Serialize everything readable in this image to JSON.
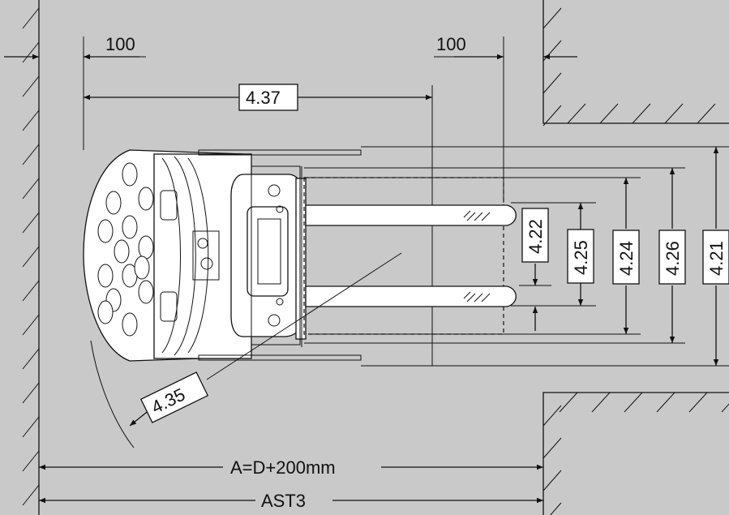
{
  "dimensions": {
    "clearance_left": "100",
    "clearance_right": "100",
    "length_to_fork_face": "4.37",
    "turning_radius": "4.35",
    "fork_spread": "4.22",
    "fork_spread_outer": "4.25",
    "load_width": "4.24",
    "chassis_width": "4.26",
    "aisle_width": "4.21",
    "aisle_a": "A=D+200mm",
    "aisle_ast": "AST3"
  },
  "colors": {
    "background": "#c9c9c9",
    "line": "#111111",
    "fill": "#ffffff"
  }
}
